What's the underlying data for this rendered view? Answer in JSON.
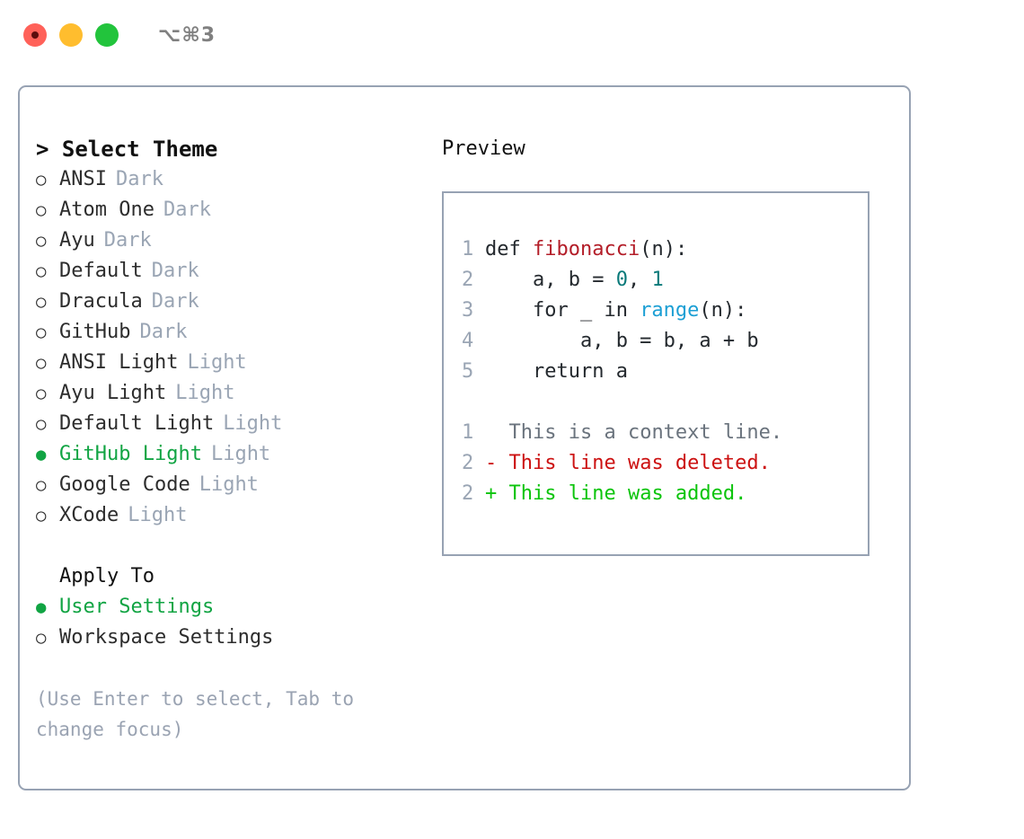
{
  "titlebar": {
    "shortcut": "⌥⌘3",
    "lights": [
      "close-record",
      "minimize",
      "maximize"
    ]
  },
  "theme_picker": {
    "header": "> Select Theme",
    "bullet_selected": "●",
    "bullet_unselected": "○",
    "items": [
      {
        "label": "ANSI",
        "tag": "Dark",
        "selected": false
      },
      {
        "label": "Atom One",
        "tag": "Dark",
        "selected": false
      },
      {
        "label": "Ayu",
        "tag": "Dark",
        "selected": false
      },
      {
        "label": "Default",
        "tag": "Dark",
        "selected": false
      },
      {
        "label": "Dracula",
        "tag": "Dark",
        "selected": false
      },
      {
        "label": "GitHub",
        "tag": "Dark",
        "selected": false
      },
      {
        "label": "ANSI Light",
        "tag": "Light",
        "selected": false
      },
      {
        "label": "Ayu Light",
        "tag": "Light",
        "selected": false
      },
      {
        "label": "Default Light",
        "tag": "Light",
        "selected": false
      },
      {
        "label": "GitHub Light",
        "tag": "Light",
        "selected": true
      },
      {
        "label": "Google Code",
        "tag": "Light",
        "selected": false
      },
      {
        "label": "XCode",
        "tag": "Light",
        "selected": false
      }
    ]
  },
  "apply_to": {
    "header": "Apply To",
    "items": [
      {
        "label": "User Settings",
        "selected": true
      },
      {
        "label": "Workspace Settings",
        "selected": false
      }
    ]
  },
  "hint": "(Use Enter to select, Tab to change focus)",
  "preview": {
    "title": "Preview",
    "code_lines": [
      {
        "num": "1",
        "parts": [
          {
            "t": "def ",
            "c": "code"
          },
          {
            "t": "fibonacci",
            "c": "tok-fn"
          },
          {
            "t": "(n):",
            "c": "code"
          }
        ]
      },
      {
        "num": "2",
        "parts": [
          {
            "t": "    a, b = ",
            "c": "code"
          },
          {
            "t": "0",
            "c": "tok-num"
          },
          {
            "t": ", ",
            "c": "code"
          },
          {
            "t": "1",
            "c": "tok-num"
          }
        ]
      },
      {
        "num": "3",
        "parts": [
          {
            "t": "    for _ in ",
            "c": "code"
          },
          {
            "t": "range",
            "c": "tok-call"
          },
          {
            "t": "(n):",
            "c": "code"
          }
        ]
      },
      {
        "num": "4",
        "parts": [
          {
            "t": "        a, b = b, a + b",
            "c": "code"
          }
        ]
      },
      {
        "num": "5",
        "parts": [
          {
            "t": "    return a",
            "c": "code"
          }
        ]
      }
    ],
    "diff_lines": [
      {
        "num": "1",
        "marker": "  ",
        "text": "This is a context line.",
        "kind": "diff-ctx"
      },
      {
        "num": "2",
        "marker": "- ",
        "text": "This line was deleted.",
        "kind": "diff-del"
      },
      {
        "num": "2",
        "marker": "+ ",
        "text": "This line was added.",
        "kind": "diff-add"
      }
    ]
  },
  "colors": {
    "accent_green": "#11a443",
    "border": "#97a2b3",
    "muted": "#9aa5b4",
    "diff_add": "#0bc40b",
    "diff_del": "#cc1111",
    "token_function": "#b31d28",
    "token_number": "#0b7a7a",
    "token_call": "#1c9fd4"
  }
}
